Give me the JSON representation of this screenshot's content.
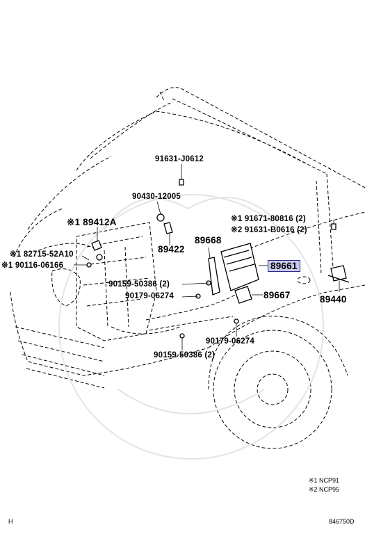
{
  "diagram": {
    "id": "846750D",
    "corner_mark": "H",
    "highlight_color": "#c9c9ee",
    "labels": {
      "p91631_J0612": "91631-J0612",
      "p90430_12005": "90430-12005",
      "p89412A": "※1 89412A",
      "p82715_52A10": "※1 82715-52A10",
      "p90116_06166": "※1 90116-06166",
      "p89422": "89422",
      "p89668": "89668",
      "p91671_80816": "※1 91671-80816 (2)",
      "p91631_B0616": "※2 91631-B0616 (2)",
      "p89661": "89661",
      "p90159_50386_a": "90159-50386 (2)",
      "p90179_06274_a": "90179-06274",
      "p89667": "89667",
      "p89440": "89440",
      "p90179_06274_b": "90179-06274",
      "p90159_50386_b": "90159-50386 (2)"
    },
    "notes": {
      "n1": "※1 NCP91",
      "n2": "※2 NCP95"
    }
  }
}
